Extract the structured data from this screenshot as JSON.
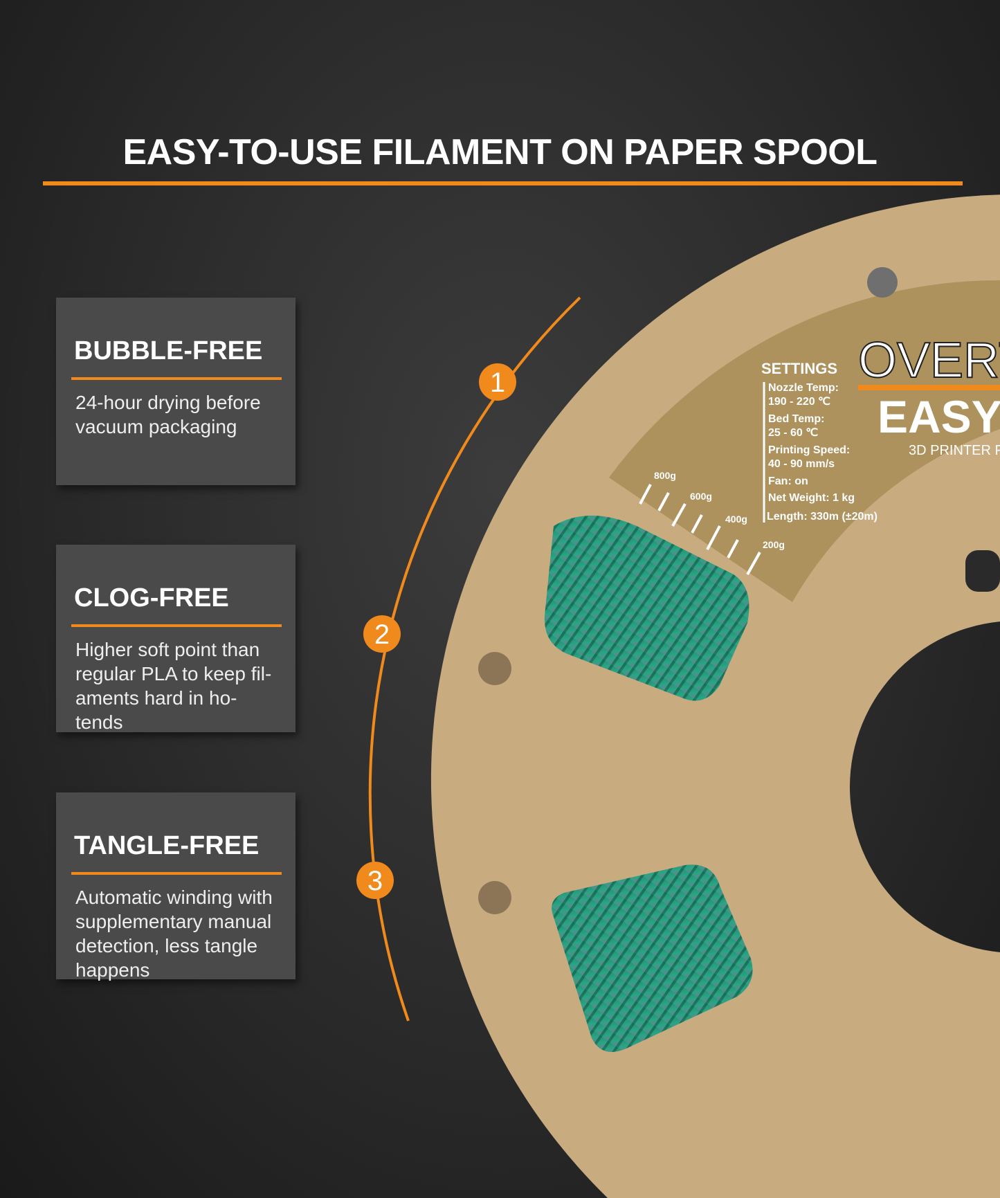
{
  "title": "EASY-TO-USE FILAMENT ON PAPER SPOOL",
  "features": [
    {
      "number": "1",
      "heading": "BUBBLE-FREE",
      "text": "24-hour drying before vacuum packaging"
    },
    {
      "number": "2",
      "heading": "CLOG-FREE",
      "text": "Higher soft point than regular PLA to keep fil-aments hard in ho-tends"
    },
    {
      "number": "3",
      "heading": "TANGLE-FREE",
      "text": "Automatic winding with supplementary manual detection, less tangle happens"
    }
  ],
  "spool": {
    "brand": "OVERT",
    "product": "EASY",
    "subtitle": "3D PRINTER F",
    "settings_title": "SETTINGS",
    "settings": [
      "Nozzle Temp:",
      "190 - 220 ℃",
      "Bed Temp:",
      "25 - 60 ℃",
      "Printing Speed:",
      "40 - 90 mm/s",
      "Fan: on",
      "Net Weight: 1 kg",
      "Length: 330m (±20m)"
    ],
    "scale": [
      "800g",
      "600g",
      "400g",
      "200g"
    ]
  },
  "colors": {
    "accent": "#f08a1c",
    "kraft": "#c9ab80",
    "filament": "#2a9a7c"
  }
}
